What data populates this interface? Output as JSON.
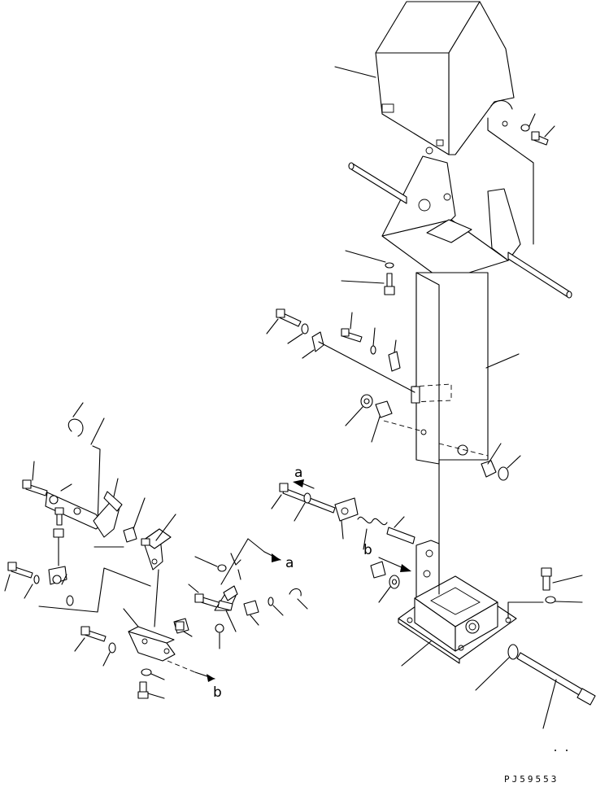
{
  "drawing": {
    "callouts": {
      "a_top": "a",
      "a_side": "a",
      "b_top": "b",
      "b_bottom": "b"
    },
    "drawing_code": "PJ59553"
  }
}
